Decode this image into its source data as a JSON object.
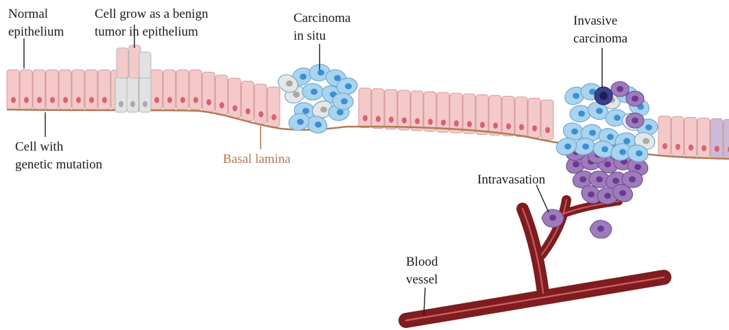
{
  "labels": {
    "normal_epithelium": [
      "Normal",
      "epithelium"
    ],
    "benign_tumor": [
      "Cell grow as a benign",
      "tumor in epithelium"
    ],
    "carcinoma_in_situ": [
      "Carcinoma",
      "in situ"
    ],
    "invasive_carcinoma": [
      "Invasive",
      "carcinoma"
    ],
    "cell_mutation": [
      "Cell with",
      "genetic mutation"
    ],
    "basal_lamina": "Basal lamina",
    "intravasation": "Intravasation",
    "blood_vessel": [
      "Blood",
      "vessel"
    ]
  },
  "colors": {
    "normal_cell": "#f3c9c9",
    "normal_cell_stroke": "#d79a9a",
    "nucleus": "#d8626e",
    "mutant_cell": "#e2e2e2",
    "mutant_nucleus": "#a9a9a9",
    "in_situ_cell": "#a9d4f0",
    "in_situ_nucleus": "#3e8fd0",
    "invasive_cell": "#9f7bbd",
    "invasive_nucleus": "#6a3a90",
    "basal_lamina": "#b07a55",
    "vessel": "#7e1c20",
    "vessel_inner": "#c85e60"
  }
}
